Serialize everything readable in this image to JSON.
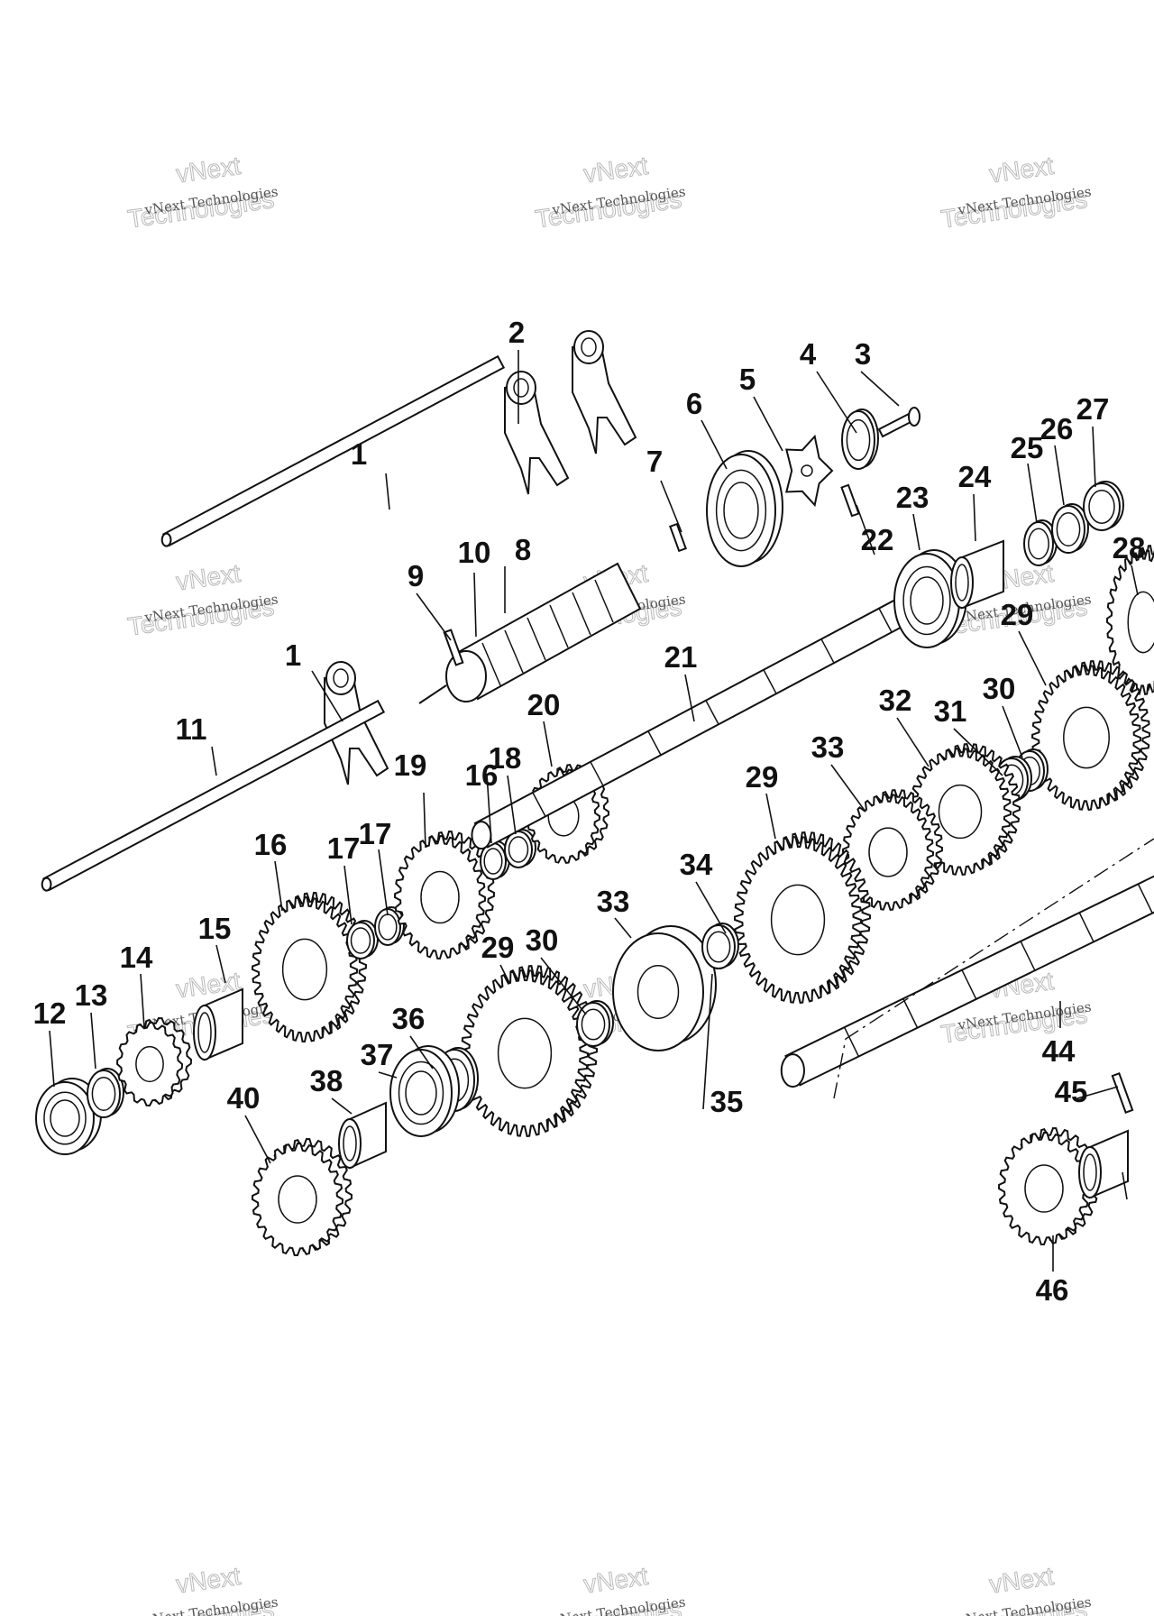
{
  "watermark": {
    "small": "vNext Technologies",
    "big_line1": "vNext",
    "big_line2": "Technologies"
  },
  "callouts": [
    "1",
    "2",
    "3",
    "4",
    "5",
    "6",
    "7",
    "8",
    "9",
    "10",
    "1",
    "11",
    "12",
    "13",
    "14",
    "15",
    "16",
    "17",
    "17",
    "16",
    "18",
    "19",
    "20",
    "21",
    "22",
    "23",
    "24",
    "25",
    "26",
    "27",
    "28",
    "29",
    "30",
    "31",
    "32",
    "33",
    "29",
    "34",
    "33",
    "29",
    "30",
    "35",
    "36",
    "37",
    "38",
    "40",
    "44",
    "45",
    "46"
  ],
  "parts": [
    {
      "kind": "shaft",
      "name": "shift-rod-upper"
    },
    {
      "kind": "fork",
      "name": "shift-fork-a"
    },
    {
      "kind": "fork",
      "name": "shift-fork-b"
    },
    {
      "kind": "bolt",
      "name": "bolt"
    },
    {
      "kind": "washer",
      "name": "washer-4"
    },
    {
      "kind": "star",
      "name": "star-plate"
    },
    {
      "kind": "bearing",
      "name": "bearing-6"
    },
    {
      "kind": "pin",
      "name": "pin-7"
    },
    {
      "kind": "drum",
      "name": "shift-drum"
    },
    {
      "kind": "pin",
      "name": "pin-9"
    },
    {
      "kind": "fork",
      "name": "shift-fork-10"
    },
    {
      "kind": "shaft",
      "name": "shift-rod-lower"
    },
    {
      "kind": "bearing",
      "name": "bearing-11"
    },
    {
      "kind": "washer",
      "name": "washer-12"
    },
    {
      "kind": "gear",
      "name": "gear-13"
    },
    {
      "kind": "bushing",
      "name": "bushing-14"
    },
    {
      "kind": "gear",
      "name": "gear-15"
    },
    {
      "kind": "washer",
      "name": "washer-16"
    },
    {
      "kind": "ring",
      "name": "circlip-17"
    },
    {
      "kind": "gear",
      "name": "gear-18"
    },
    {
      "kind": "ring",
      "name": "circlip-17b"
    },
    {
      "kind": "washer",
      "name": "washer-16b"
    },
    {
      "kind": "gear",
      "name": "gear-19"
    },
    {
      "kind": "mainshaft",
      "name": "mainshaft-20"
    },
    {
      "kind": "pin",
      "name": "pin-21"
    },
    {
      "kind": "bearing",
      "name": "bearing-22"
    },
    {
      "kind": "bushing",
      "name": "collar-23"
    },
    {
      "kind": "washer",
      "name": "washer-24"
    },
    {
      "kind": "washer",
      "name": "washer-25"
    },
    {
      "kind": "nut",
      "name": "nut-26"
    },
    {
      "kind": "gear",
      "name": "gear-27"
    },
    {
      "kind": "gear",
      "name": "gear-28"
    },
    {
      "kind": "ring",
      "name": "circlip-29"
    },
    {
      "kind": "washer",
      "name": "washer-30"
    },
    {
      "kind": "gear",
      "name": "gear-31"
    },
    {
      "kind": "gear",
      "name": "gear-32"
    },
    {
      "kind": "gear",
      "name": "gear-33"
    },
    {
      "kind": "hub",
      "name": "hub-34"
    },
    {
      "kind": "gear",
      "name": "gear-33b"
    },
    {
      "kind": "ring",
      "name": "circlip-29b"
    },
    {
      "kind": "ring",
      "name": "circlip-29c"
    },
    {
      "kind": "washer",
      "name": "washer-35"
    },
    {
      "kind": "bearing",
      "name": "bearing-36"
    },
    {
      "kind": "bushing",
      "name": "bushing-37"
    },
    {
      "kind": "gear",
      "name": "gear-38"
    },
    {
      "kind": "mainshaft",
      "name": "countershaft-40"
    },
    {
      "kind": "pin",
      "name": "pin-44"
    },
    {
      "kind": "gear",
      "name": "gear-45"
    },
    {
      "kind": "bushing",
      "name": "bushing-46"
    }
  ]
}
